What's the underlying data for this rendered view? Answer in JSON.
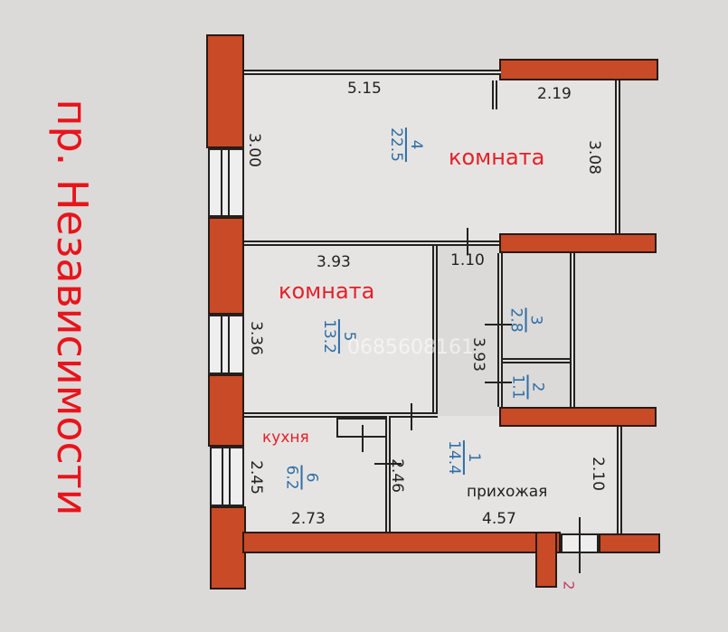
{
  "street_label": "пр. Независимости",
  "watermark": "0685608161",
  "colors": {
    "wall": "#c94a26",
    "room_number": "#2e6fa8",
    "room_label": "#e4202a",
    "background": "#dcdad8"
  },
  "rooms": [
    {
      "number": "4",
      "area": "22.5",
      "label": "комната"
    },
    {
      "number": "5",
      "area": "13.2",
      "label": "комната"
    },
    {
      "number": "3",
      "area": "2.8",
      "label": ""
    },
    {
      "number": "2",
      "area": "1.1",
      "label": ""
    },
    {
      "number": "6",
      "area": "6.2",
      "label": "кухня"
    },
    {
      "number": "1",
      "area": "14.4",
      "label": "прихожая"
    }
  ],
  "dimensions": {
    "room4_top": "5.15",
    "room4_top_right": "2.19",
    "room4_left": "3.00",
    "room4_right": "3.08",
    "room5_top": "3.93",
    "room5_left": "3.36",
    "corridor_top": "1.10",
    "corridor_right": "3.93",
    "kitchen_left": "2.45",
    "kitchen_right": "2.46",
    "kitchen_bottom": "2.73",
    "hall_bottom": "4.57",
    "hall_right": "2.10"
  },
  "section_marker": "2"
}
